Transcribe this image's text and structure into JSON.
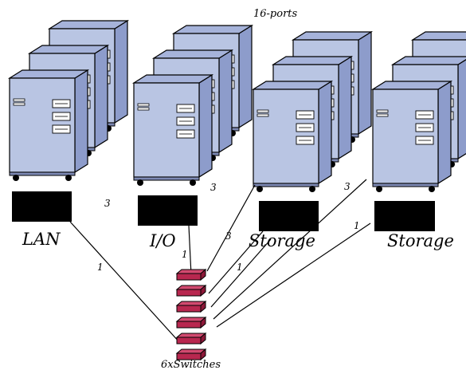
{
  "header": {
    "ports_label": "16-ports"
  },
  "footer": {
    "switches_label": "6xSwitches"
  },
  "groups": [
    {
      "label": "LAN"
    },
    {
      "label": "I/O"
    },
    {
      "label": "Storage"
    },
    {
      "label": "Storage"
    }
  ],
  "links": {
    "label_1": "1",
    "label_3": "3"
  },
  "colors": {
    "cabinet_face": "#b9c5e3",
    "cabinet_side": "#8d9ccb",
    "switch": "#b8274f",
    "block": "#000000"
  }
}
